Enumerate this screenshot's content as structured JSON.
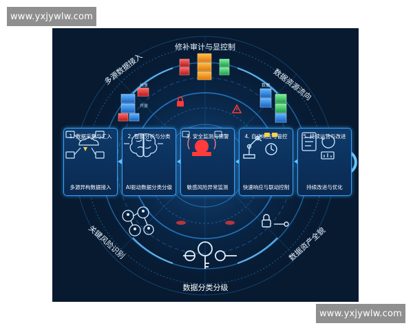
{
  "watermark": {
    "top": "www.yxjywlw.com",
    "bottom": "www.yxjywlw.com"
  },
  "diagram": {
    "top_label": "修补审计与显控制",
    "upper_left_label": "多源数据接入",
    "upper_right_label": "数据资源流向",
    "lower_left_label": "关键风险识别",
    "lower_right_label": "数据资产全貌",
    "bottom_label": "数据分类分级",
    "mini_labels": {
      "share": "共享",
      "open": "开放",
      "data": "数据"
    },
    "cards": [
      {
        "title": "1. 数据采集与汇入",
        "subtitle": "多源异构数据接入"
      },
      {
        "title": "2. 智能分析与分类",
        "subtitle": "AI驱动数据分类分级"
      },
      {
        "title": "3. 安全监测与预警",
        "subtitle": "敏感风险异常监测"
      },
      {
        "title": "4. 自动响应与管控",
        "subtitle": "快速响应与联动控制"
      },
      {
        "title": "5. 持续运营与改进",
        "subtitle": "持续改进与优化"
      }
    ],
    "colors": {
      "background": "#071a30",
      "glow": "#3aa3ff",
      "alert": "#ff3b3b",
      "accent_orange": "#ff9a1a",
      "accent_green": "#3ed06a"
    }
  }
}
